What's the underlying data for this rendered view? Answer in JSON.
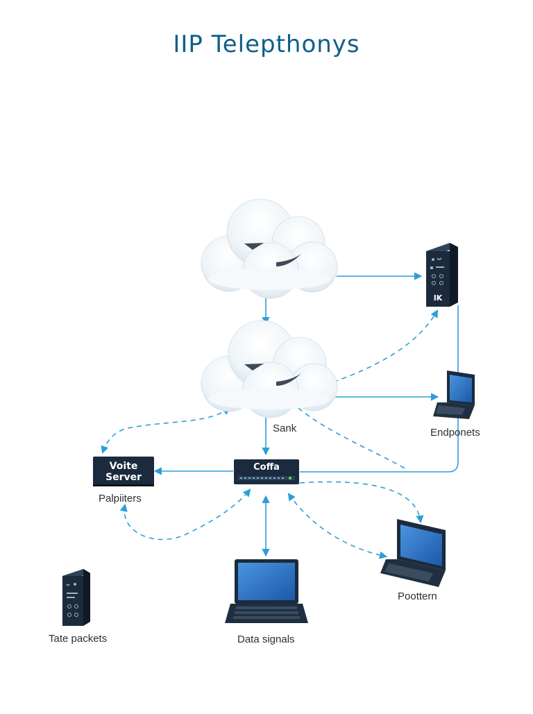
{
  "title": "IIP Telepthonys",
  "nodes": {
    "voice_server": {
      "line1": "Voite",
      "line2": "Server"
    },
    "switch": {
      "label": "Coffa"
    },
    "server_top": {
      "badge": "IK"
    }
  },
  "labels": {
    "sank": "Sank",
    "endpoints": "Endponets",
    "palpiters": "Palpiiters",
    "tate_packets": "Tate packets",
    "data_signals": "Data signals",
    "poottern": "Poottern"
  },
  "colors": {
    "line": "#2a9fd6",
    "device": "#1b2b3d",
    "title": "#0f5f8a",
    "screen": "#2b73c9"
  }
}
